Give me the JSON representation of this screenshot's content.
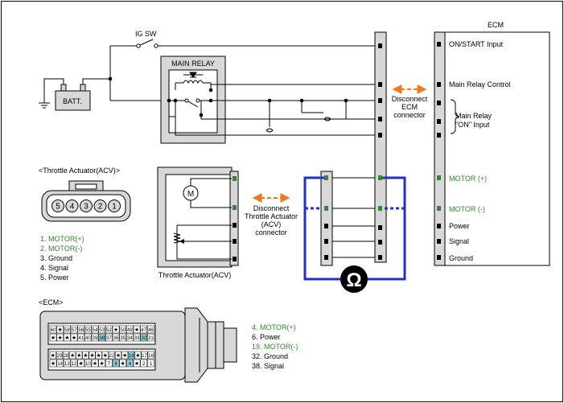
{
  "labels": {
    "ig_sw": "IG SW",
    "main_relay": "MAIN RELAY",
    "batt": "BATT.",
    "ecm_title": "ECM",
    "disconnect_ecm": [
      "Disconnect",
      "ECM",
      "connector"
    ],
    "disconnect_acv": [
      "Disconnect",
      "Throttle Actuator",
      "(ACV)",
      "connector"
    ],
    "throttle_actuator_heading": "<Throttle Actuator(ACV)>",
    "throttle_actuator_caption": "Throttle Actuator(ACV)",
    "motor_symbol": "M",
    "ohm_symbol": "Ω",
    "ecm_heading": "<ECM>"
  },
  "ecm_pins": [
    {
      "label": "ON/START Input",
      "color": "#000000"
    },
    {
      "label": "Main Relay Control",
      "color": "#000000"
    },
    {
      "label": "Main Relay",
      "color": "#000000"
    },
    {
      "label": "\"ON\" Input",
      "color": "#000000"
    },
    {
      "label": "MOTOR (+)",
      "color": "#2e8b2e"
    },
    {
      "label": "MOTOR (-)",
      "color": "#2e8b2e"
    },
    {
      "label": "Power",
      "color": "#000000"
    },
    {
      "label": "Signal",
      "color": "#000000"
    },
    {
      "label": "Ground",
      "color": "#000000"
    }
  ],
  "acv_connector_pins": [
    "5",
    "4",
    "3",
    "2",
    "1"
  ],
  "acv_pin_list": [
    {
      "text": "1. MOTOR(+)",
      "color": "#2e8b2e"
    },
    {
      "text": "2. MOTOR(-)",
      "color": "#2e8b2e"
    },
    {
      "text": "3. Ground",
      "color": "#000000"
    },
    {
      "text": "4. Signal",
      "color": "#000000"
    },
    {
      "text": "5. Power",
      "color": "#000000"
    }
  ],
  "ecm_pin_list": [
    {
      "text": "4. MOTOR(+)",
      "color": "#2e8b2e"
    },
    {
      "text": "6. Power",
      "color": "#000000"
    },
    {
      "text": "19. MOTOR(-)",
      "color": "#2e8b2e"
    },
    {
      "text": "32. Ground",
      "color": "#000000"
    },
    {
      "text": "38. Signal",
      "color": "#000000"
    }
  ],
  "ecm_connector_rows": [
    [
      "60",
      "★",
      "58",
      "57",
      "56",
      "55",
      "54",
      "53",
      "52",
      "★",
      "50",
      "49",
      "★",
      "47",
      "46"
    ],
    [
      "★",
      "★",
      "★",
      "★",
      "41",
      "40",
      "39",
      "38",
      "37",
      "36",
      "35",
      "34",
      "33",
      "32",
      "31"
    ],
    [
      "★",
      "29",
      "28",
      "★",
      "★",
      "★",
      "★",
      "★",
      "★",
      "22",
      "★",
      "★",
      "19",
      "★",
      "17",
      "16"
    ],
    [
      "★",
      "14",
      "13",
      "12",
      "★",
      "10",
      "★",
      "★",
      "7",
      "6",
      "★",
      "4",
      "★",
      "2",
      "1"
    ]
  ],
  "highlighted_pins": [
    "38",
    "32",
    "19",
    "6",
    "4"
  ],
  "colors": {
    "ohmmeter_wire": "#1f2fd0",
    "disconnect_arrow": "#f07820",
    "pin_green": "#2e8b2e",
    "pin_highlight": "#8ecfe2",
    "connector_fill": "#d8d8d8"
  }
}
